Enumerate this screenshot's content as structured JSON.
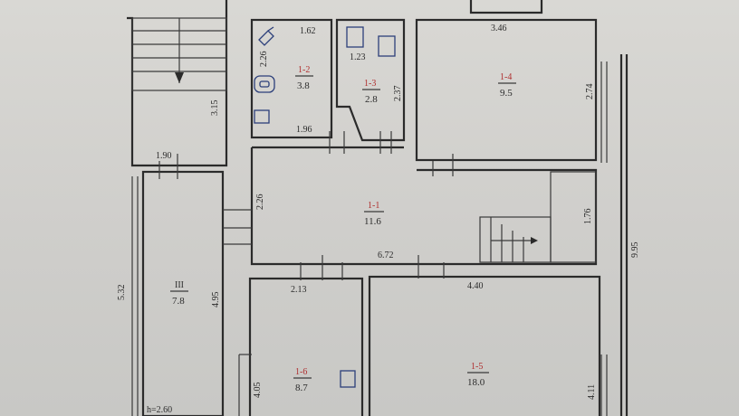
{
  "rooms": [
    {
      "id": "1-1",
      "area": "11.6"
    },
    {
      "id": "1-2",
      "area": "3.8"
    },
    {
      "id": "1-3",
      "area": "2.8"
    },
    {
      "id": "1-4",
      "area": "9.5"
    },
    {
      "id": "1-5",
      "area": "18.0"
    },
    {
      "id": "1-6",
      "area": "8.7"
    },
    {
      "id": "III",
      "area": "7.8"
    }
  ],
  "dimensions": {
    "d_1_62": "1.62",
    "d_2_26_a": "2.26",
    "d_1_23": "1.23",
    "d_2_37": "2.37",
    "d_1_96": "1.96",
    "d_3_46": "3.46",
    "d_2_74": "2.74",
    "d_3_15": "3.15",
    "d_1_90": "1.90",
    "d_2_26_b": "2.26",
    "d_1_76": "1.76",
    "d_6_72": "6.72",
    "d_9_95": "9.95",
    "d_2_13": "2.13",
    "d_4_40": "4.40",
    "d_5_32": "5.32",
    "d_4_95": "4.95",
    "d_4_05": "4.05",
    "d_4_11": "4.11"
  },
  "height_note": "h=2.60"
}
